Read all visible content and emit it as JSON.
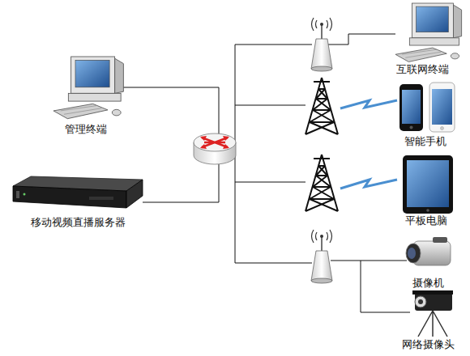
{
  "diagram": {
    "nodes": [
      {
        "text": [
          "管理终端"
        ]
      },
      {
        "text": [
          "移动视频直播服务器"
        ]
      },
      {
        "text": [
          "互联网终端"
        ]
      },
      {
        "text": [
          "智能手机"
        ]
      },
      {
        "text": [
          "平板电脑"
        ]
      },
      {
        "text": [
          "摄像机"
        ]
      },
      {
        "text": [
          "网络摄像头"
        ]
      }
    ]
  }
}
